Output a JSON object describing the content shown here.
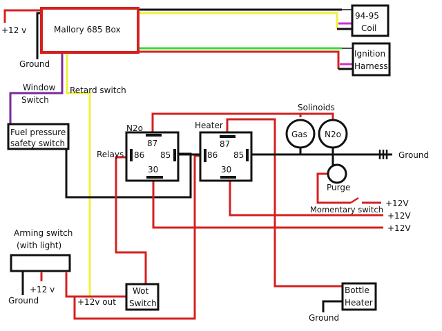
{
  "diagram": {
    "title": "Nitrous system wiring diagram",
    "colors": {
      "power": "#d42020",
      "ground": "#111111",
      "retard": "#f0f03a",
      "signal_green": "#33dd33",
      "window": "#7a2a9a",
      "coil_lead": "#d030d0"
    },
    "labels": {
      "plus12v_top": "+12 v",
      "mallory_box": "Mallory 685 Box",
      "ground_mallory": "Ground",
      "coil_line1": "94-95",
      "coil_line2": "Coil",
      "ignition_line1": "Ignition",
      "ignition_line2": "Harness",
      "window_line1": "Window",
      "window_line2": "Switch",
      "retard_switch": "Retard switch",
      "fuel_line1": "Fuel pressure",
      "fuel_line2": "safety switch",
      "relays": "Relays",
      "relay_n2o_title": "N2o",
      "relay_heater_title": "Heater",
      "pin_87": "87",
      "pin_86": "86",
      "pin_85": "85",
      "pin_30": "30",
      "solenoids": "Solinoids",
      "sol_gas": "Gas",
      "sol_n2o": "N2o",
      "ground_right": "Ground",
      "purge": "Purge",
      "momentary_switch": "Momentary switch",
      "plus12v_1": "+12V",
      "plus12v_2": "+12V",
      "plus12v_3": "+12V",
      "arming_line1": "Arming switch",
      "arming_line2": "(with light)",
      "arming_ground": "Ground",
      "arming_12v": "+12 v",
      "plus12v_out": "+12v out",
      "wot_line1": "Wot",
      "wot_line2": "Switch",
      "bottle_line1": "Bottle",
      "bottle_line2": "Heater",
      "bottle_ground": "Ground"
    }
  }
}
